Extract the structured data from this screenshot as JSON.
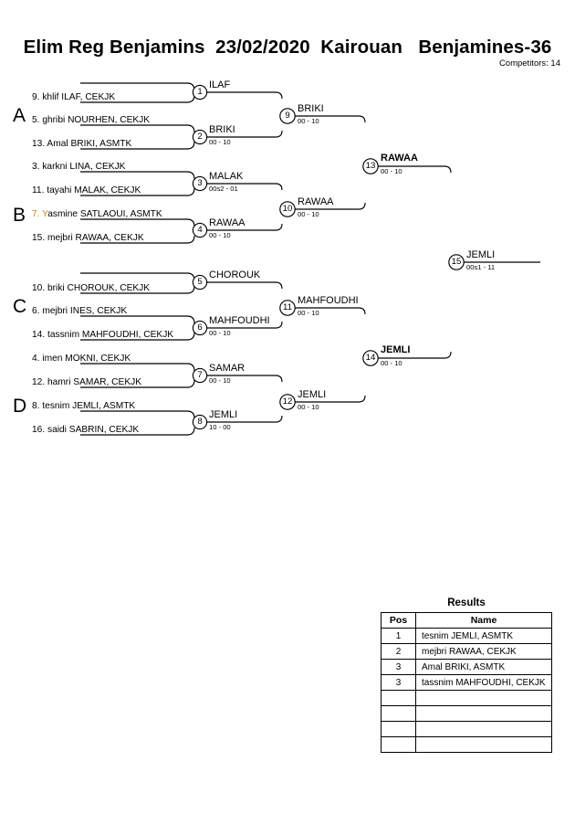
{
  "header": {
    "title": "Elim Reg Benjamins  23/02/2020  Kairouan   Benjamines-36",
    "competitors": "Competitors: 14"
  },
  "groups": [
    {
      "letter": "A"
    },
    {
      "letter": "B"
    },
    {
      "letter": "C"
    },
    {
      "letter": "D"
    }
  ],
  "competitors": [
    {
      "label": ""
    },
    {
      "label": "9. khlif ILAF, CEKJK"
    },
    {
      "label": "5. ghribi NOURHEN, CEKJK"
    },
    {
      "label": "13. Amal BRIKI, ASMTK"
    },
    {
      "label": "3. karkni LINA, CEKJK"
    },
    {
      "label": "11. tayahi MALAK, CEKJK"
    },
    {
      "label": "7. Yasmine SATLAOUI, ASMTK"
    },
    {
      "label": "15. mejbri RAWAA, CEKJK"
    },
    {
      "label": ""
    },
    {
      "label": "10. briki CHOROUK, CEKJK"
    },
    {
      "label": "6. mejbri INES, CEKJK"
    },
    {
      "label": "14. tassnim MAHFOUDHI, CEKJK"
    },
    {
      "label": "4. imen MOKNI, CEKJK"
    },
    {
      "label": "12. hamri SAMAR, CEKJK"
    },
    {
      "label": "8. tesnim JEMLI, ASMTK"
    },
    {
      "label": "16. saidi SABRIN, CEKJK"
    }
  ],
  "matches": [
    {
      "num": "1",
      "winner": "ILAF",
      "score": "",
      "bold": false
    },
    {
      "num": "2",
      "winner": "BRIKI",
      "score": "00 - 10",
      "bold": false
    },
    {
      "num": "3",
      "winner": "MALAK",
      "score": "00s2 - 01",
      "bold": false
    },
    {
      "num": "4",
      "winner": "RAWAA",
      "score": "00 - 10",
      "bold": false
    },
    {
      "num": "5",
      "winner": "CHOROUK",
      "score": "",
      "bold": false
    },
    {
      "num": "6",
      "winner": "MAHFOUDHI",
      "score": "00 - 10",
      "bold": false
    },
    {
      "num": "7",
      "winner": "SAMAR",
      "score": "00 - 10",
      "bold": false
    },
    {
      "num": "8",
      "winner": "JEMLI",
      "score": "10 - 00",
      "bold": false
    },
    {
      "num": "9",
      "winner": "BRIKI",
      "score": "00 - 10",
      "bold": false
    },
    {
      "num": "10",
      "winner": "RAWAA",
      "score": "00 - 10",
      "bold": false
    },
    {
      "num": "11",
      "winner": "MAHFOUDHI",
      "score": "00 - 10",
      "bold": false
    },
    {
      "num": "12",
      "winner": "JEMLI",
      "score": "00 - 10",
      "bold": false
    },
    {
      "num": "13",
      "winner": "RAWAA",
      "score": "00 - 10",
      "bold": true
    },
    {
      "num": "14",
      "winner": "JEMLI",
      "score": "00 - 10",
      "bold": true
    },
    {
      "num": "15",
      "winner": "JEMLI",
      "score": "00s1 - 11",
      "bold": false
    }
  ],
  "results": {
    "title": "Results",
    "columns": [
      "Pos",
      "Name"
    ],
    "rows": [
      {
        "pos": "1",
        "name": "tesnim JEMLI, ASMTK"
      },
      {
        "pos": "2",
        "name": "mejbri RAWAA, CEKJK"
      },
      {
        "pos": "3",
        "name": "Amal BRIKI, ASMTK"
      },
      {
        "pos": "3",
        "name": "tassnim MAHFOUDHI, CEKJK"
      },
      {
        "pos": "",
        "name": ""
      },
      {
        "pos": "",
        "name": ""
      },
      {
        "pos": "",
        "name": ""
      },
      {
        "pos": "",
        "name": ""
      }
    ]
  }
}
